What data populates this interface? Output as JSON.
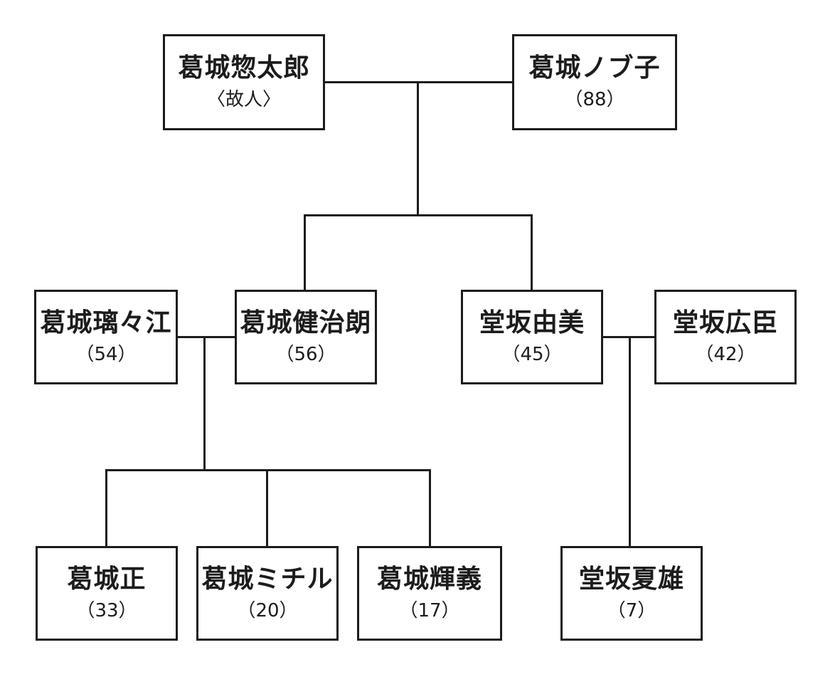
{
  "diagram": {
    "kind": "family-tree",
    "colors": {
      "background": "#ffffff",
      "line": "#1c1c1c",
      "box_border": "#1c1c1c",
      "box_background": "#ffffff",
      "text": "#1c1c1c"
    },
    "people": {
      "sotaro": {
        "name": "葛城惣太郎",
        "sub": "〈故人〉"
      },
      "nobuko": {
        "name": "葛城ノブ子",
        "sub": "（88）"
      },
      "ririe": {
        "name": "葛城璃々江",
        "sub": "（54）"
      },
      "kenjiro": {
        "name": "葛城健治朗",
        "sub": "（56）"
      },
      "yumi": {
        "name": "堂坂由美",
        "sub": "（45）"
      },
      "hiroomi": {
        "name": "堂坂広臣",
        "sub": "（42）"
      },
      "tadashi": {
        "name": "葛城正",
        "sub": "（33）"
      },
      "michiru": {
        "name": "葛城ミチル",
        "sub": "（20）"
      },
      "teruyoshi": {
        "name": "葛城輝義",
        "sub": "（17）"
      },
      "natsuo": {
        "name": "堂坂夏雄",
        "sub": "（7）"
      }
    },
    "relationships": {
      "couples": [
        [
          "sotaro",
          "nobuko"
        ],
        [
          "ririe",
          "kenjiro"
        ],
        [
          "yumi",
          "hiroomi"
        ]
      ],
      "parent_child": [
        {
          "parents": [
            "sotaro",
            "nobuko"
          ],
          "children": [
            "kenjiro",
            "yumi"
          ]
        },
        {
          "parents": [
            "ririe",
            "kenjiro"
          ],
          "children": [
            "tadashi",
            "michiru",
            "teruyoshi"
          ]
        },
        {
          "parents": [
            "yumi",
            "hiroomi"
          ],
          "children": [
            "natsuo"
          ]
        }
      ]
    }
  }
}
